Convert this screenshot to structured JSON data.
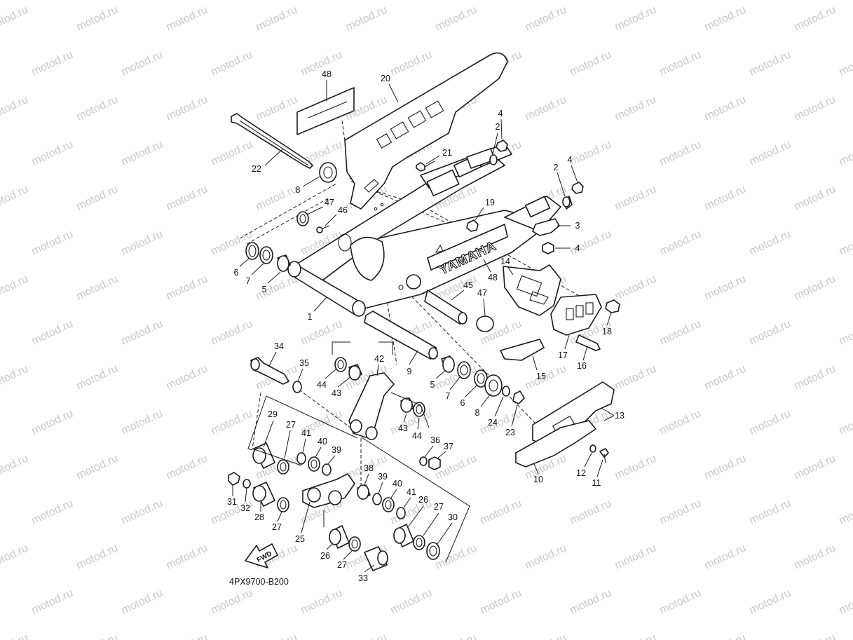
{
  "watermark": "motod.ru",
  "diagram_code": "4PX9700-B200",
  "brand_label": "YAMAHA",
  "fwd_label": "FWD",
  "callouts": [
    {
      "id": "c48a",
      "label": "48"
    },
    {
      "id": "c20",
      "label": "20"
    },
    {
      "id": "c4a",
      "label": "4"
    },
    {
      "id": "c2a",
      "label": "2"
    },
    {
      "id": "c21",
      "label": "21"
    },
    {
      "id": "c22",
      "label": "22"
    },
    {
      "id": "c8a",
      "label": "8"
    },
    {
      "id": "c2b",
      "label": "2"
    },
    {
      "id": "c4b",
      "label": "4"
    },
    {
      "id": "c47a",
      "label": "47"
    },
    {
      "id": "c46",
      "label": "46"
    },
    {
      "id": "c19",
      "label": "19"
    },
    {
      "id": "c3",
      "label": "3"
    },
    {
      "id": "c4c",
      "label": "4"
    },
    {
      "id": "c6a",
      "label": "6"
    },
    {
      "id": "c7a",
      "label": "7"
    },
    {
      "id": "c5a",
      "label": "5"
    },
    {
      "id": "c14",
      "label": "14"
    },
    {
      "id": "c48b",
      "label": "48"
    },
    {
      "id": "c45",
      "label": "45"
    },
    {
      "id": "c47b",
      "label": "47"
    },
    {
      "id": "c18",
      "label": "18"
    },
    {
      "id": "c1",
      "label": "1"
    },
    {
      "id": "c17",
      "label": "17"
    },
    {
      "id": "c16",
      "label": "16"
    },
    {
      "id": "c34",
      "label": "34"
    },
    {
      "id": "c42",
      "label": "42"
    },
    {
      "id": "c35",
      "label": "35"
    },
    {
      "id": "c9",
      "label": "9"
    },
    {
      "id": "c15",
      "label": "15"
    },
    {
      "id": "c44a",
      "label": "44"
    },
    {
      "id": "c43a",
      "label": "43"
    },
    {
      "id": "c5b",
      "label": "5"
    },
    {
      "id": "c7b",
      "label": "7"
    },
    {
      "id": "c6b",
      "label": "6"
    },
    {
      "id": "c8b",
      "label": "8"
    },
    {
      "id": "c24",
      "label": "24"
    },
    {
      "id": "c23",
      "label": "23"
    },
    {
      "id": "c13",
      "label": "13"
    },
    {
      "id": "c29",
      "label": "29"
    },
    {
      "id": "c27a",
      "label": "27"
    },
    {
      "id": "c41a",
      "label": "41"
    },
    {
      "id": "c40a",
      "label": "40"
    },
    {
      "id": "c39a",
      "label": "39"
    },
    {
      "id": "c43b",
      "label": "43"
    },
    {
      "id": "c44b",
      "label": "44"
    },
    {
      "id": "c36",
      "label": "36"
    },
    {
      "id": "c37",
      "label": "37"
    },
    {
      "id": "c12",
      "label": "12"
    },
    {
      "id": "c11",
      "label": "11"
    },
    {
      "id": "c10",
      "label": "10"
    },
    {
      "id": "c38",
      "label": "38"
    },
    {
      "id": "c39b",
      "label": "39"
    },
    {
      "id": "c40b",
      "label": "40"
    },
    {
      "id": "c41b",
      "label": "41"
    },
    {
      "id": "c26a",
      "label": "26"
    },
    {
      "id": "c27b",
      "label": "27"
    },
    {
      "id": "c30",
      "label": "30"
    },
    {
      "id": "c31",
      "label": "31"
    },
    {
      "id": "c32",
      "label": "32"
    },
    {
      "id": "c28",
      "label": "28"
    },
    {
      "id": "c27c",
      "label": "27"
    },
    {
      "id": "c25",
      "label": "25"
    },
    {
      "id": "c26b",
      "label": "26"
    },
    {
      "id": "c27d",
      "label": "27"
    },
    {
      "id": "c33",
      "label": "33"
    }
  ]
}
